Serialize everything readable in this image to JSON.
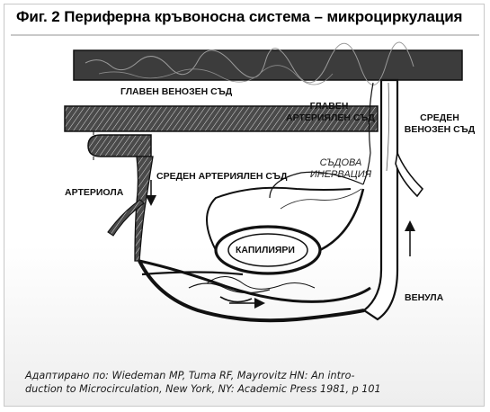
{
  "figure": {
    "title": "Фиг. 2 Периферна кръвоносна система – микроциркулация",
    "caption_line1": "Адаптирано по: Wiedeman MP, Tuma RF, Mayrovitz HN: An intro-",
    "caption_line2": "duction to Microcirculation, New York, NY: Academic Press 1981, p 101"
  },
  "labels": {
    "main_vein": "ГЛАВЕН ВЕНОЗЕН СЪД",
    "main_artery_line1": "ГЛАВЕН",
    "main_artery_line2": "АРТЕРИЯЛЕН СЪД",
    "medium_vein_line1": "СРЕДЕН",
    "medium_vein_line2": "ВЕНОЗЕН СЪД",
    "medium_artery": "СРЕДЕН АРТЕРИЯЛЕН СЪД",
    "arteriole": "АРТЕРИОЛА",
    "innervation_line1": "СЪДОВА",
    "innervation_line2": "ИНЕРВАЦИЯ",
    "capillaries": "КАПИЛИЯРИ",
    "venule": "ВЕНУЛА"
  }
}
